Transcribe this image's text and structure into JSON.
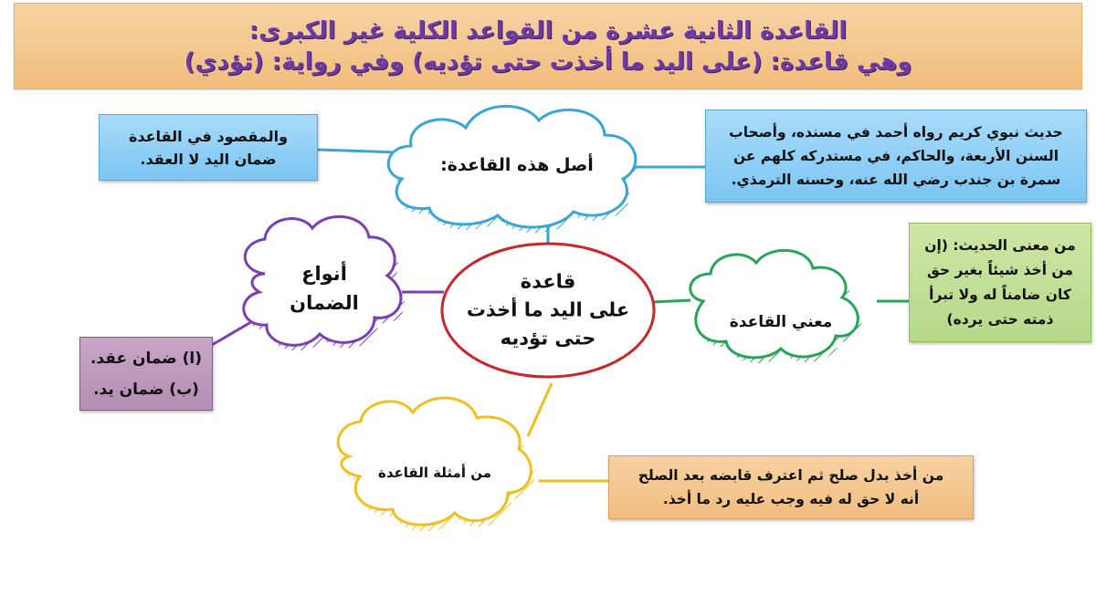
{
  "title": {
    "line1": "القاعدة الثانية عشرة من القواعد الكلية غير الكبرى:",
    "line2": "وهي قاعدة: (على اليد ما أخذت حتى تؤديه) وفي رواية: (تؤدي)"
  },
  "colors": {
    "title_bg": "#f4c88e",
    "title_text": "#6e3aa0",
    "blue": "#3aa6d6",
    "purple": "#7a3fb0",
    "green": "#2aa558",
    "yellow": "#f0c020",
    "center_border": "#c8262b"
  },
  "center": {
    "line1": "قاعدة",
    "line2": "على اليد ما أخذت",
    "line3": "حتى تؤديه"
  },
  "clouds": {
    "origin": "أصل هذه القاعدة:",
    "types_line1": "أنواع",
    "types_line2": "الضمان",
    "meaning": "معني القاعدة",
    "examples": "من أمثلة القاعدة"
  },
  "boxes": {
    "intended": {
      "lines": [
        "والمقصود في القاعدة",
        "ضمان اليد لا العقد."
      ]
    },
    "hadith_source": {
      "lines": [
        "حديث نبوي كريم رواه أحمد في مسنده، وأصحاب",
        "السنن الأربعة، والحاكم، في مستدركه كلهم عن",
        "سمرة بن جندب رضي الله عنه، وحسنه الترمذي."
      ]
    },
    "hadith_meaning": {
      "lines": [
        "من معنى الحديث: (إن",
        "من أخذ شيئاً بغير حق",
        "كان ضامناً له ولا تبرأ",
        "ذمته حتى يرده)"
      ]
    },
    "guarantee_types": {
      "lines": [
        "(ا) ضمان عقد.",
        "(ب) ضمان يد."
      ]
    },
    "example": {
      "lines": [
        "من أخذ بدل صلح ثم اعترف قابضه بعد الصلح",
        "أنه لا حق له فيه وجب عليه رد ما أخذ."
      ]
    }
  }
}
